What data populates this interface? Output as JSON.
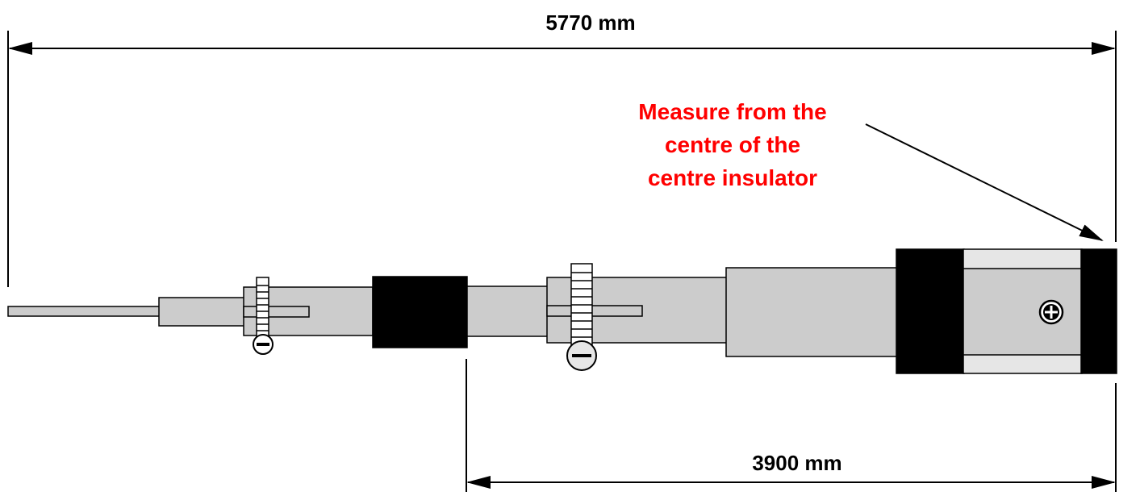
{
  "dimensions": {
    "overall_length": "5770 mm",
    "section_length": "3900 mm"
  },
  "annotation": {
    "lines": [
      "Measure from the",
      "centre of the",
      "centre insulator"
    ],
    "color": "#ff0000"
  },
  "colors": {
    "tube": "#cccccc",
    "tube_light": "#e6e6e6",
    "insulator": "#000000",
    "outline": "#000000"
  },
  "icons": [
    "hose-clamp-icon",
    "screw-minus-icon",
    "screw-plus-icon"
  ]
}
